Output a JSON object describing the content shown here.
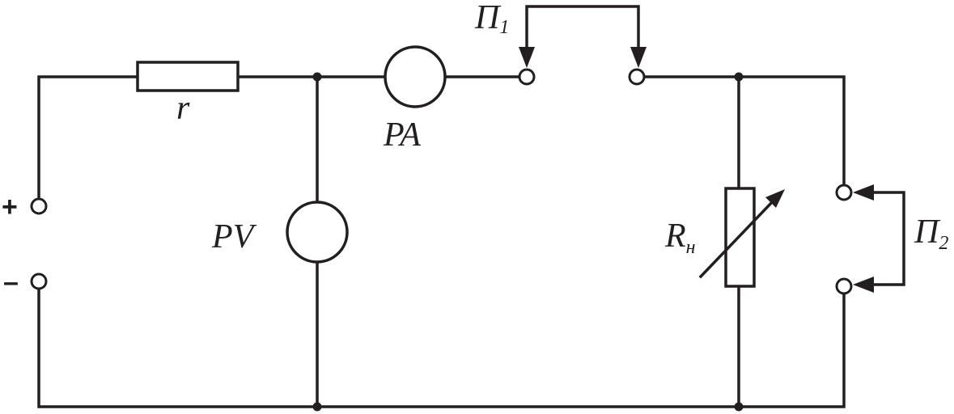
{
  "labels": {
    "resistor_r": "r",
    "ammeter": "PA",
    "voltmeter": "PV",
    "switch1_main": "П",
    "switch1_sub": "1",
    "switch2_main": "П",
    "switch2_sub": "2",
    "load_main": "R",
    "load_sub": "н",
    "plus": "+",
    "minus": "–"
  }
}
